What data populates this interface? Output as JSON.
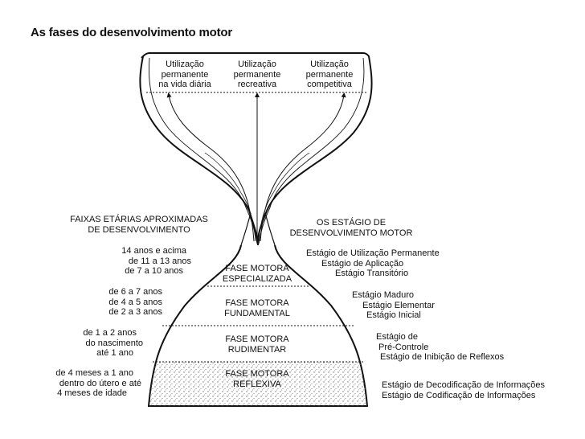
{
  "title": "As fases do desenvolvimento motor",
  "top_uses": [
    [
      "Utilização",
      "permanente",
      "na vida diária"
    ],
    [
      "Utilização",
      "permanente",
      "recreativa"
    ],
    [
      "Utilização",
      "permanente",
      "competitiva"
    ]
  ],
  "left_heading": [
    "FAIXAS ETÁRIAS APROXIMADAS",
    "DE DESENVOLVIMENTO"
  ],
  "right_heading": [
    "OS ESTÁGIO DE",
    "DESENVOLVIMENTO MOTOR"
  ],
  "phases": [
    {
      "name": [
        "FASE MOTORA",
        "ESPECIALIZADA"
      ],
      "ages": [
        "14 anos e acima",
        "de 11 a 13 anos",
        "de 7 a 10 anos"
      ],
      "stages": [
        "Estágio de Utilização Permanente",
        "Estágio de Aplicação",
        "Estágio Transitório"
      ]
    },
    {
      "name": [
        "FASE MOTORA",
        "FUNDAMENTAL"
      ],
      "ages": [
        "de 6 a 7 anos",
        "de 4 a 5 anos",
        "de 2 a 3 anos"
      ],
      "stages": [
        "Estágio Maduro",
        "Estágio Elementar",
        "Estágio Inicial"
      ]
    },
    {
      "name": [
        "FASE MOTORA",
        "RUDIMENTAR"
      ],
      "ages": [
        "de 1 a 2 anos",
        "do nascimento",
        "até 1 ano"
      ],
      "stages": [
        "Estágio de",
        "Pré-Controle",
        "Estágio de Inibição de Reflexos"
      ]
    },
    {
      "name": [
        "FASE MOTORA",
        "REFLEXIVA"
      ],
      "ages": [
        "de 4 meses a 1 ano",
        "dentro do útero e até",
        "4 meses de idade"
      ],
      "stages": [
        "Estágio de Decodificação de Informações",
        "Estágio de Codificação de Informações"
      ]
    }
  ]
}
